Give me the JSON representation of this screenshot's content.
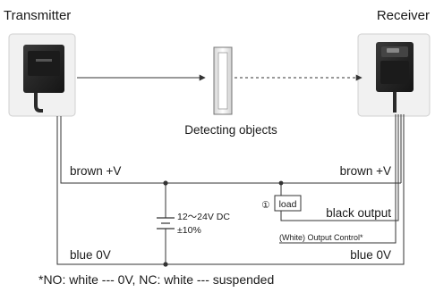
{
  "labels": {
    "transmitter": "Transmitter",
    "receiver": "Receiver",
    "detecting_objects": "Detecting objects",
    "brown_left": "brown +V",
    "brown_right": "brown +V",
    "blue_left": "blue 0V",
    "blue_right": "blue 0V",
    "supply_voltage": "12～24V DC",
    "supply_tolerance": "±10%",
    "load_marker": "①",
    "load": "load",
    "black_output": "black output",
    "output_control": "(White) Output Control*",
    "footnote": "*NO: white --- 0V, NC: white --- suspended"
  },
  "colors": {
    "wire": "#333333",
    "sensor_body": "#2b2b2b",
    "sensor_face": "#1f1f1f",
    "text": "#1a1a1a"
  },
  "icons": {
    "transmitter": "photoelectric-sensor-icon",
    "receiver": "photoelectric-sensor-icon",
    "object": "detecting-object-icon",
    "supply": "dc-battery-icon"
  }
}
